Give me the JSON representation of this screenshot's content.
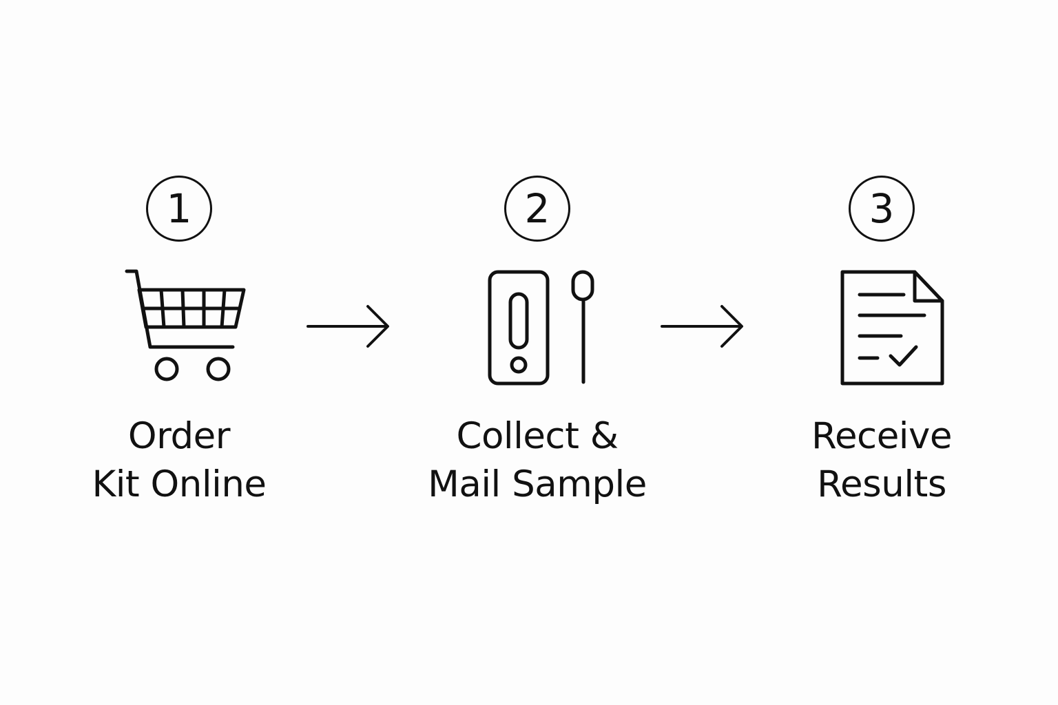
{
  "steps": [
    {
      "number": "1",
      "label_line1": "Order",
      "label_line2": "Kit Online",
      "icon": "shopping-cart-icon"
    },
    {
      "number": "2",
      "label_line1": "Collect &",
      "label_line2": "Mail Sample",
      "icon": "test-kit-swab-icon"
    },
    {
      "number": "3",
      "label_line1": "Receive",
      "label_line2": "Results",
      "icon": "results-document-icon"
    }
  ],
  "connectors": [
    "arrow-right-icon",
    "arrow-right-icon"
  ],
  "colors": {
    "stroke": "#111111",
    "background": "#fdfdfd"
  }
}
